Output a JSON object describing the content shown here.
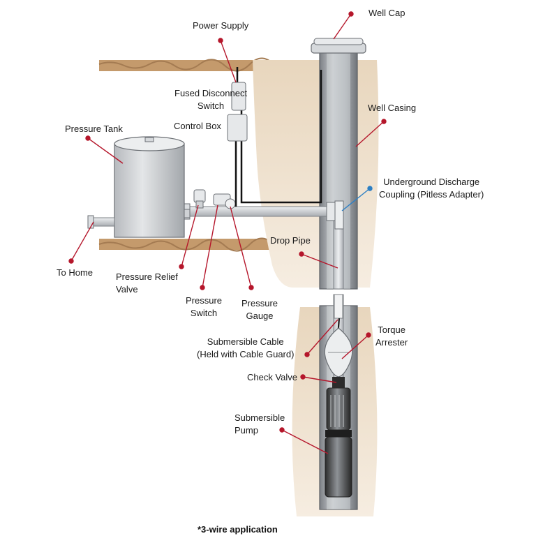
{
  "labels": {
    "well_cap": "Well Cap",
    "power_supply": "Power Supply",
    "fused_disconnect": [
      "Fused Disconnect",
      "Switch"
    ],
    "control_box": "Control Box",
    "well_casing": "Well Casing",
    "pressure_tank": "Pressure Tank",
    "underground_discharge": [
      "Underground Discharge",
      "Coupling (Pitless Adapter)"
    ],
    "drop_pipe": "Drop Pipe",
    "to_home": "To Home",
    "pressure_relief": [
      "Pressure Relief",
      "Valve"
    ],
    "pressure_switch": [
      "Pressure",
      "Switch"
    ],
    "pressure_gauge": [
      "Pressure",
      "Gauge"
    ],
    "submersible_cable": [
      "Submersible Cable",
      "(Held with Cable Guard)"
    ],
    "torque_arrester": [
      "Torque",
      "Arrester"
    ],
    "check_valve": "Check Valve",
    "submersible_pump": [
      "Submersible",
      "Pump"
    ]
  },
  "footnote": "*3-wire application",
  "colors": {
    "leader_red": "#b5162b",
    "leader_blue": "#2c7fc4",
    "soil": "#c9a57c",
    "soil_dark": "#a47b52",
    "soil_light": "#e6d2b6",
    "casing": "#a9adb2",
    "pipe": "#d5d8db",
    "tank": "#cfd2d5"
  }
}
